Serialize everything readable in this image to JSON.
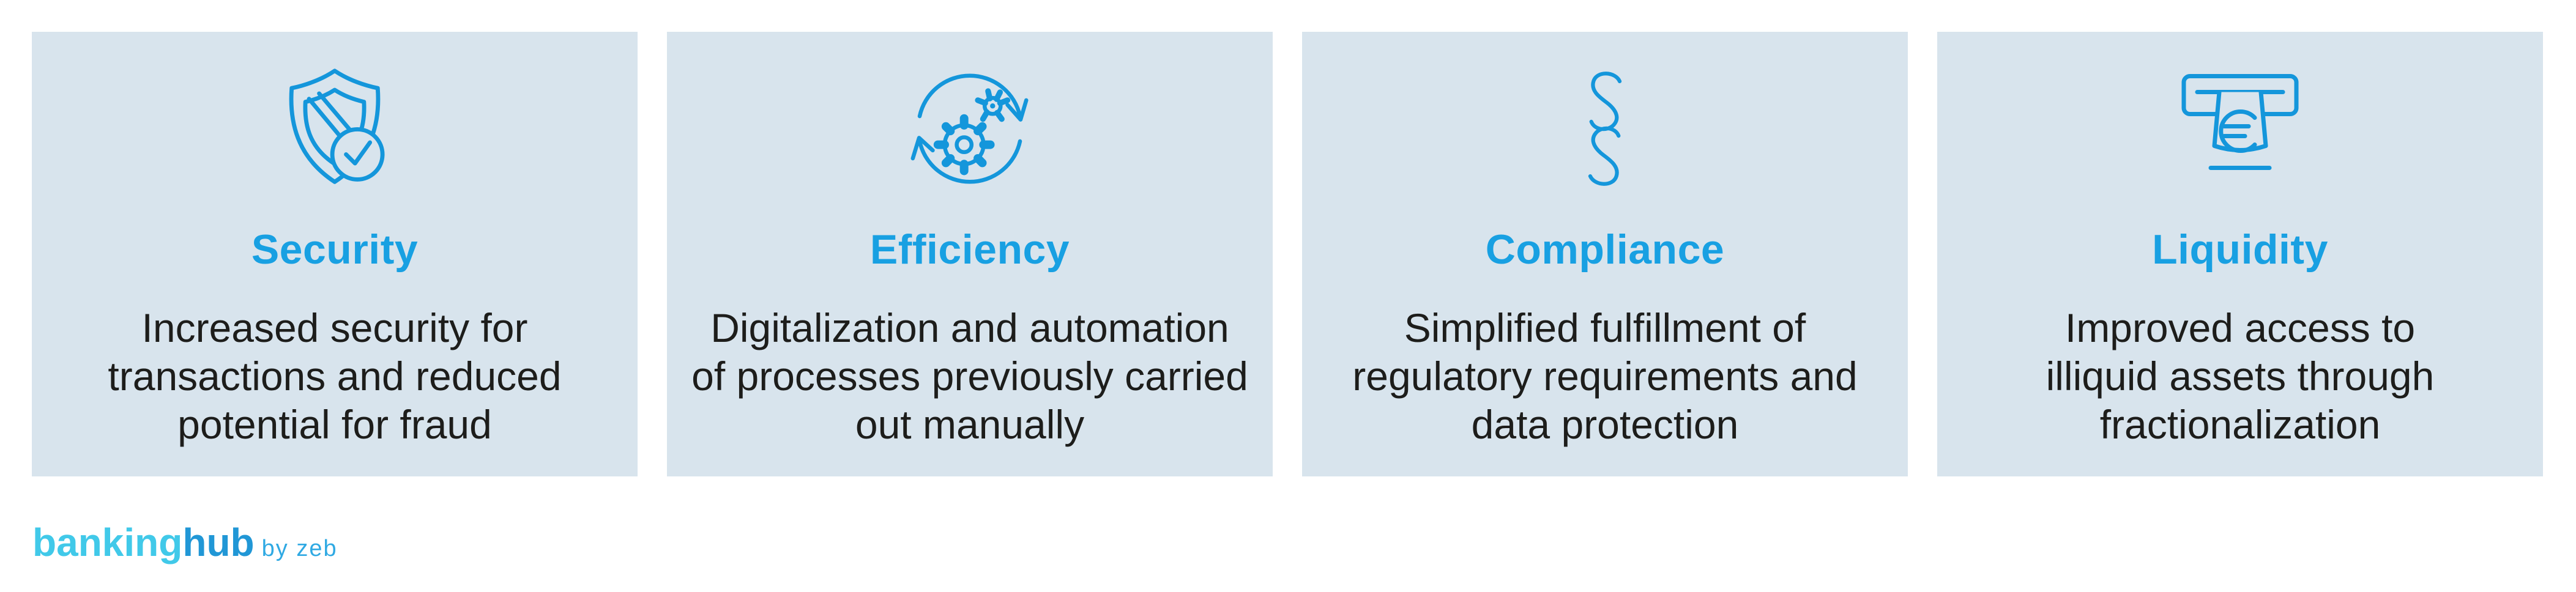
{
  "brand": {
    "accent_blue": "#18a0e2",
    "icon_stroke_blue": "#1496db",
    "card_background": "#d8e4ed",
    "body_text_color": "#1d1d1b",
    "logo": {
      "part1": "banking",
      "part2": "hub",
      "suffix": "by zeb",
      "part1_color": "#41c9e9",
      "part2_color": "#2197d6",
      "suffix_color": "#2fa9e3"
    }
  },
  "cards": [
    {
      "icon": "shield-check-icon",
      "title": "Security",
      "description": "Increased security for\ntransactions and reduced\npotential for fraud"
    },
    {
      "icon": "gears-cycle-icon",
      "title": "Efficiency",
      "description": "Digitalization and automation\nof processes previously carried\nout manually"
    },
    {
      "icon": "section-sign-icon",
      "title": "Compliance",
      "description": "Simplified fulfillment of\nregulatory requirements and\ndata protection"
    },
    {
      "icon": "atm-euro-icon",
      "title": "Liquidity",
      "description": "Improved access to\nilliquid assets through\nfractionalization"
    }
  ]
}
